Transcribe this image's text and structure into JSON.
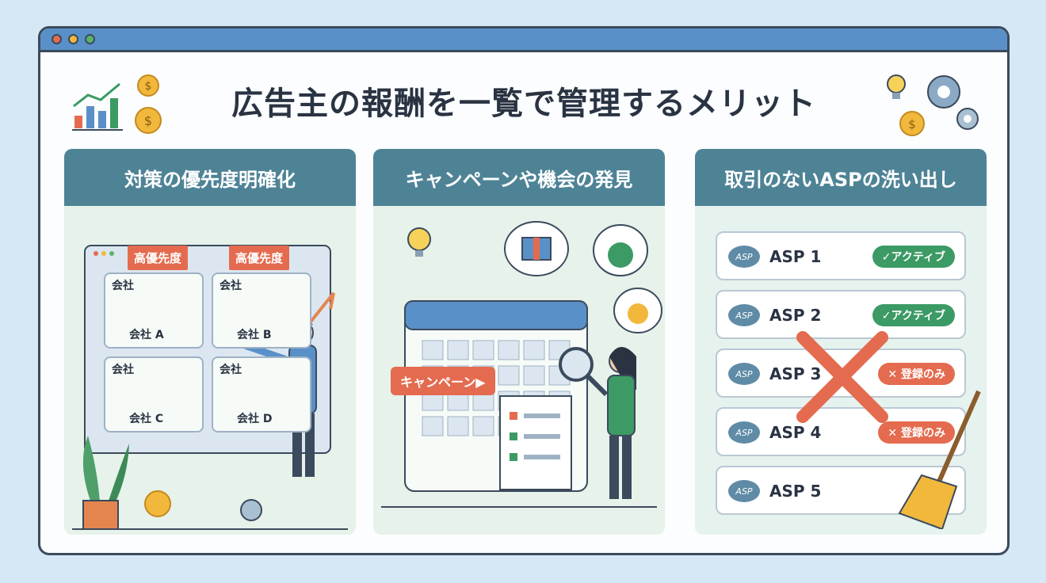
{
  "window": {
    "title_dots": [
      "red",
      "orange",
      "green"
    ]
  },
  "page": {
    "title": "広告主の報酬を一覧で管理するメリット"
  },
  "panels": [
    {
      "title": "対策の優先度明確化",
      "flags": [
        "高優先度",
        "高優先度"
      ],
      "cards": [
        {
          "label_top": "会社",
          "label": "会社 A"
        },
        {
          "label_top": "会社",
          "label": "会社 B"
        },
        {
          "label_top": "会社",
          "label": "会社 C"
        },
        {
          "label_top": "会社",
          "label": "会社 D"
        }
      ]
    },
    {
      "title": "キャンペーンや機会の発見",
      "campaign_label": "キャンペーン▶"
    },
    {
      "title": "取引のないASPの洗い出し",
      "logo_text": "ASP",
      "rows": [
        {
          "name": "ASP 1",
          "status": "✓アクティブ",
          "state": "active"
        },
        {
          "name": "ASP 2",
          "status": "✓アクティブ",
          "state": "active"
        },
        {
          "name": "ASP 3",
          "status": "✕ 登録のみ",
          "state": "registered"
        },
        {
          "name": "ASP 4",
          "status": "✕ 登録のみ",
          "state": "registered"
        },
        {
          "name": "ASP 5",
          "status": "",
          "state": "none"
        }
      ]
    }
  ],
  "colors": {
    "accent": "#4e8396",
    "active": "#3c9a65",
    "warning": "#e46b4f",
    "coin": "#f2b83c"
  }
}
